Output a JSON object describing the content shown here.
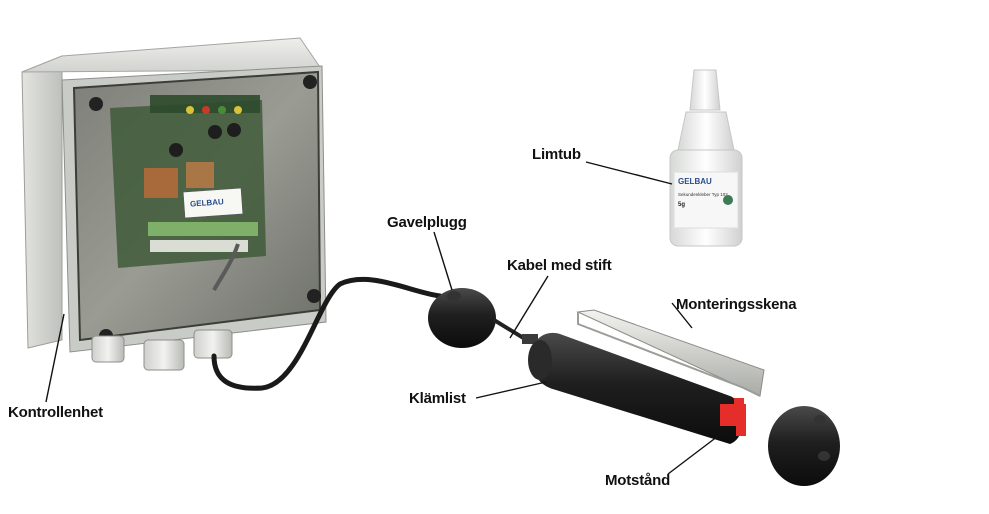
{
  "labels": {
    "kontrollenhet": "Kontrollenhet",
    "limtub": "Limtub",
    "gavelplugg": "Gavelplugg",
    "kabel_med_stift": "Kabel med stift",
    "monteringsskena": "Monteringsskena",
    "klamlist": "Klämlist",
    "motstand": "Motstånd"
  },
  "box_logo": "GELBAU",
  "tube_logo": "GELBAU",
  "tube_text": "Sekundenkleber Typ 102",
  "tube_amount": "5g"
}
